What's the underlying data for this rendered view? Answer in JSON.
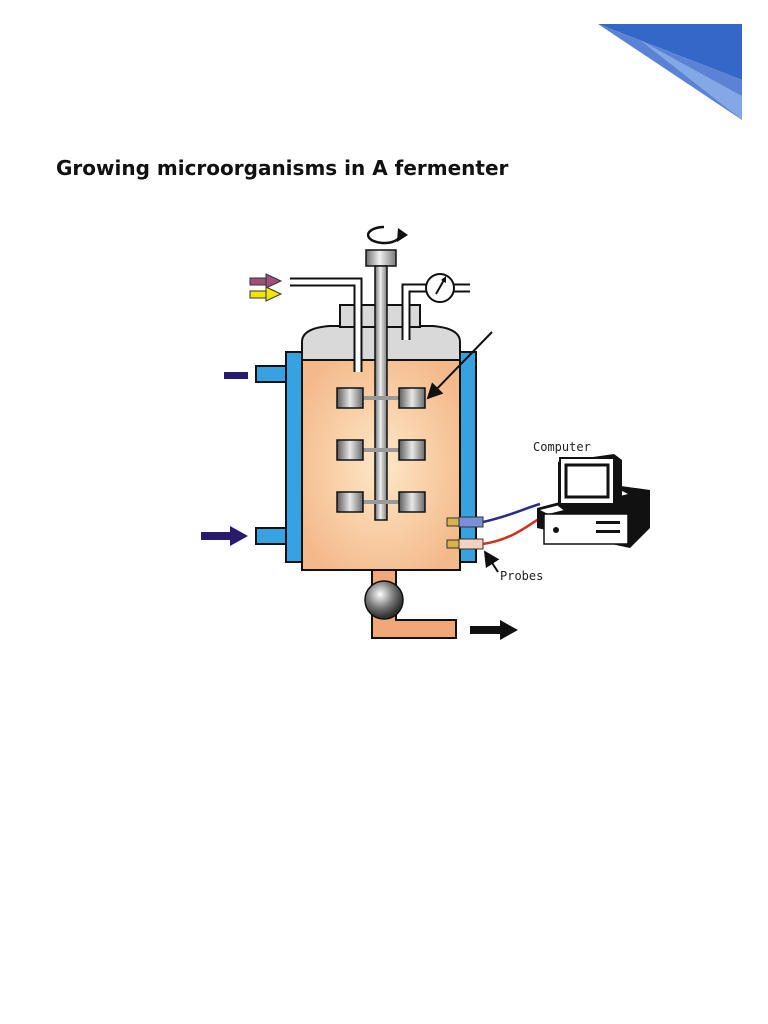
{
  "page": {
    "title": "Growing microorganisms in A fermenter"
  },
  "diagram": {
    "labels": {
      "computer": "Computer",
      "probes": "Probes"
    }
  },
  "colors": {
    "title_text": "#111111",
    "corner_dark": "#3567c8",
    "corner_light": "#8fb0e8",
    "vessel_broth": "#f4b98a",
    "vessel_glow": "#fde8c8",
    "water_jacket": "#36a2e0",
    "headspace": "#d9d9d9",
    "inlet_arrow_purple": "#a0507a",
    "inlet_arrow_yellow": "#f2e600",
    "jacket_arrow": "#2a1a6e",
    "probe_wire_blue": "#2a2a8a",
    "probe_wire_red": "#d0321e"
  },
  "icons": [
    "rotation-arrow-icon",
    "pressure-gauge-icon",
    "computer-icon",
    "drain-valve-icon"
  ]
}
